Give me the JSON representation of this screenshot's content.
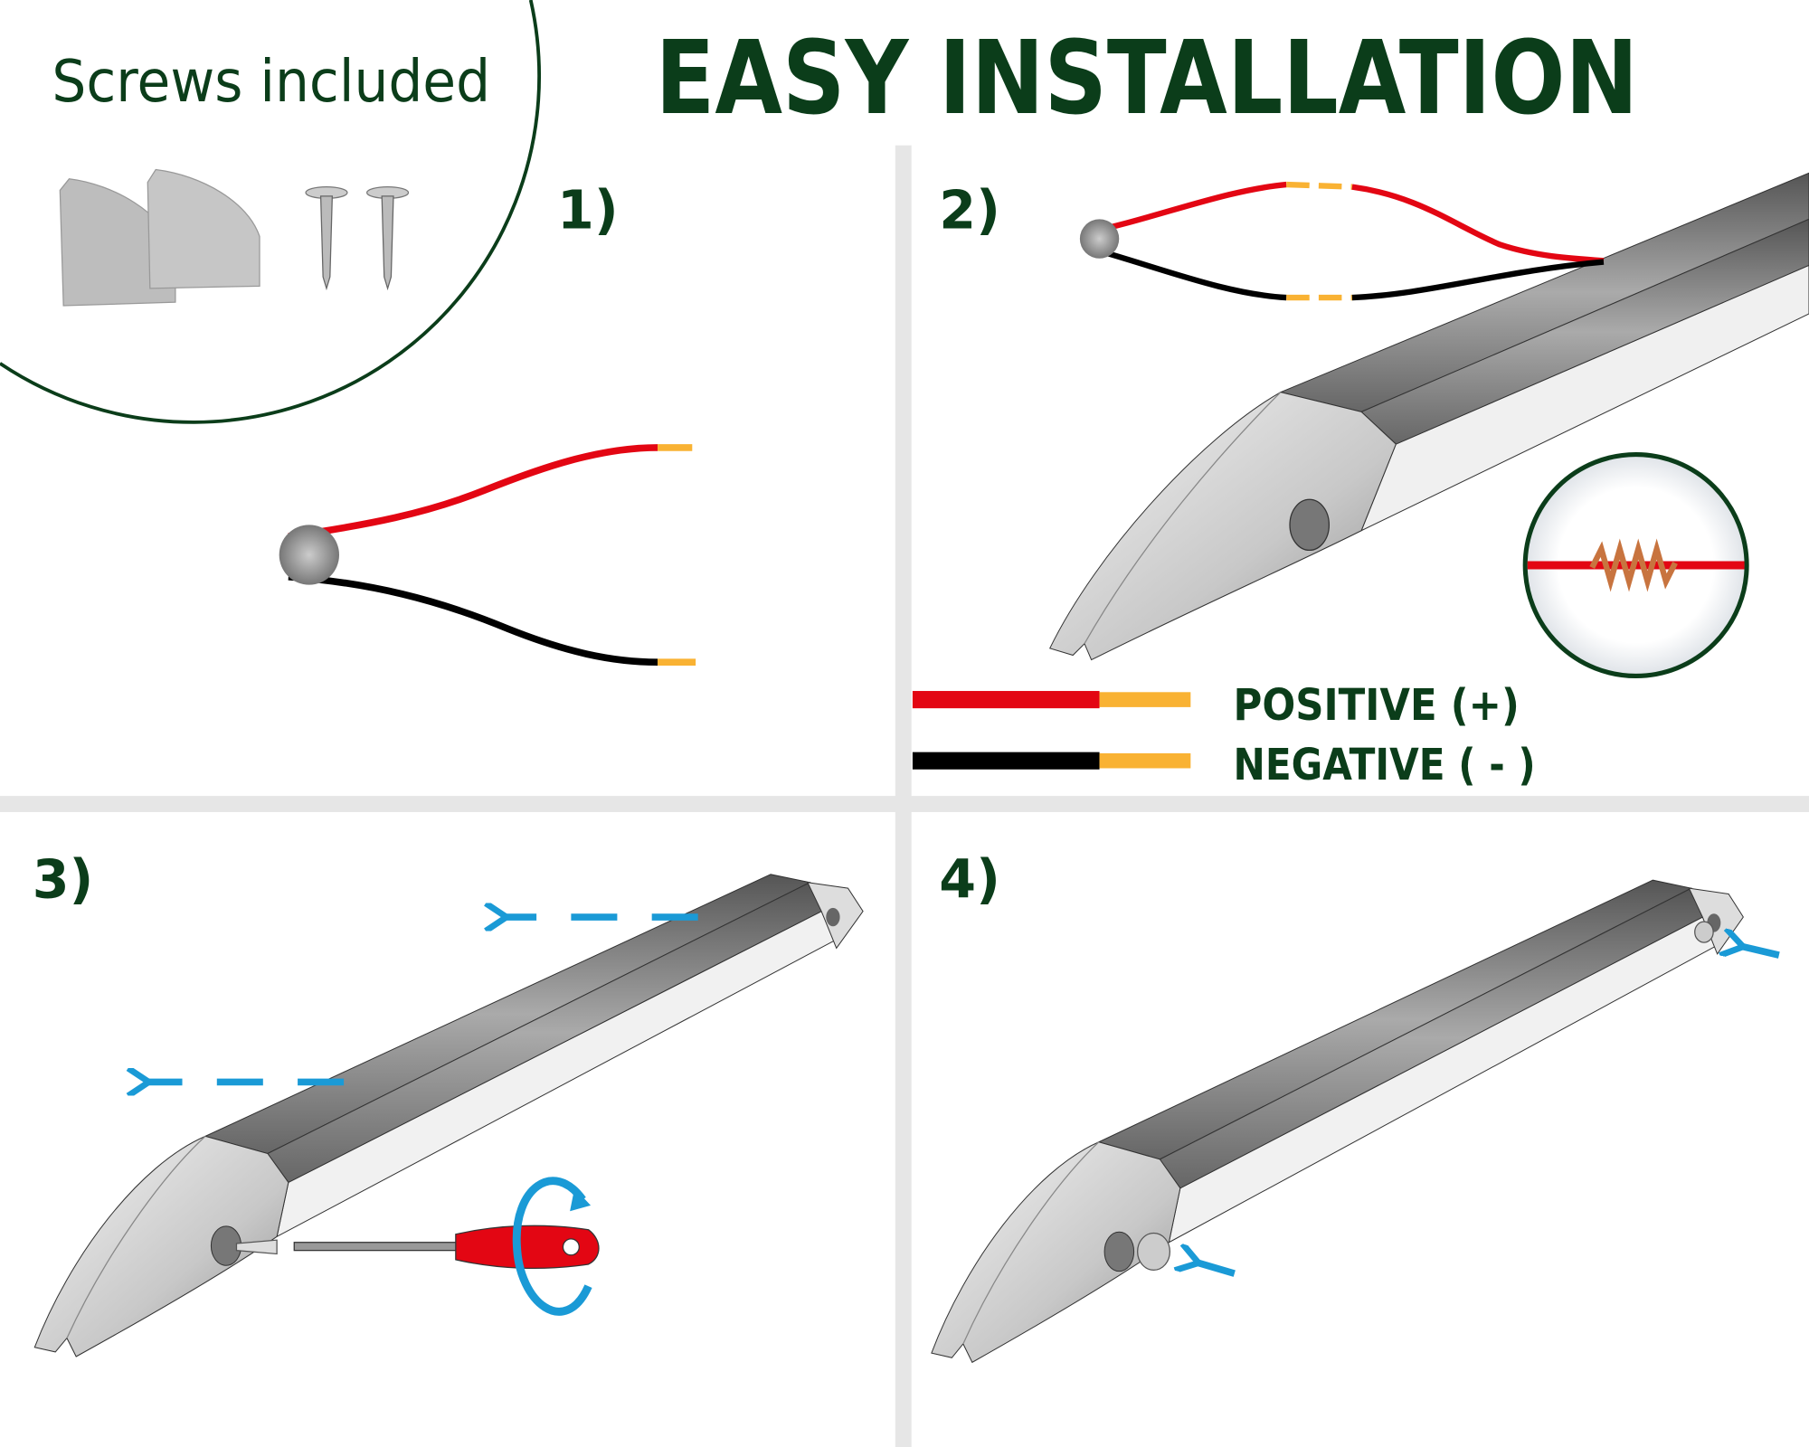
{
  "title": "EASY INSTALLATION",
  "screws_label": "Screws included",
  "steps": [
    "1)",
    "2)",
    "3)",
    "4)"
  ],
  "legend": {
    "positive": "POSITIVE (+)",
    "negative": "NEGATIVE ( - )"
  },
  "colors": {
    "brand_green": "#0b3d1a",
    "wire_positive": "#e30613",
    "wire_negative": "#000000",
    "wire_stripped": "#f9b233",
    "arrow_blue": "#1a9ad6",
    "divider": "#e6e6e6"
  },
  "icons": [
    "screws-icon",
    "end-cap-icon",
    "wire-pair-icon",
    "led-rail-icon",
    "twisted-wire-magnifier-icon",
    "screwdriver-icon",
    "rotate-arrow-icon",
    "direction-arrow-icon"
  ]
}
